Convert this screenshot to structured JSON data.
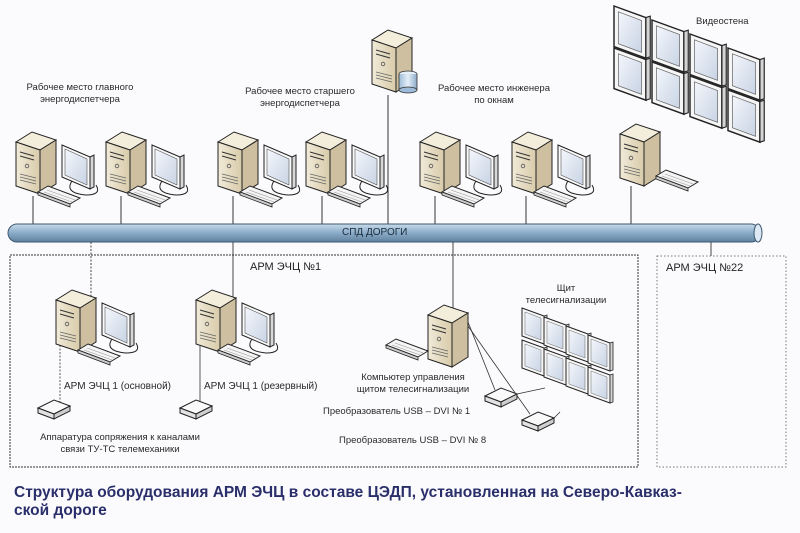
{
  "diagram": {
    "network_label": "СПД ДОРОГИ",
    "top_labels": {
      "main_dispatcher": "Рабочее место главного\nэнергодиспетчера",
      "senior_dispatcher": "Рабочее место старшего\nэнергодиспетчера",
      "engineer": "Рабочее место инженера\nпо окнам",
      "video_wall": "Видеостена"
    },
    "arm1": {
      "title": "АРМ ЭЧЦ №1",
      "primary": "АРМ ЭЧЦ 1 (основной)",
      "backup": "АРМ ЭЧЦ 1 (резервный)",
      "interface_equipment": "Аппаратура сопряжения к каналами\nсвязи ТУ-ТС телемеханики",
      "panel": "Щит\nтелесигнализации",
      "panel_computer": "Компьютер управления\nщитом телесигнализации",
      "converter_1": "Преобразователь USB – DVI № 1",
      "converter_8": "Преобразователь USB – DVI № 8"
    },
    "arm22": {
      "title": "АРМ ЭЧЦ №22"
    }
  },
  "caption": "Структура оборудования АРМ ЭЧЦ в составе ЦЭДП, установленная на Северо-Кавказ-\nской дороге",
  "colors": {
    "pipe": "#8fb0cc",
    "pipe_dark": "#5f819f",
    "case": "#e6dcc4",
    "case_side": "#cdbf9f",
    "screen": "#dfe6f2",
    "caption": "#2a2f6b"
  }
}
